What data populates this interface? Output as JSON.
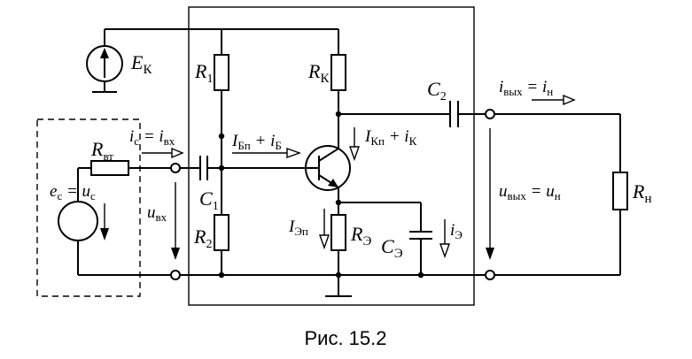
{
  "labels": {
    "ek": "E",
    "ek_sub": "К",
    "r1": "R",
    "r1_sub": "1",
    "rk": "R",
    "rk_sub": "К",
    "c2": "C",
    "c2_sub": "2",
    "i_out_text": "i",
    "i_out_sub": "вых",
    "i_out_eq": " = i",
    "i_out_sub2": "н",
    "ic_text": "i",
    "ic_sub": "с",
    "ic_eq": " = i",
    "ic_sub2": "вх",
    "ib_text": "I",
    "ib_sub": "Бп",
    "ib_eq": " + i",
    "ib_sub2": "Б",
    "ikp_text": "I",
    "ikp_sub": "Кп",
    "ikp_eq": " + i",
    "ikp_sub2": "К",
    "rvt": "R",
    "rvt_sub": "вт",
    "ec_text": "e",
    "ec_sub": "с",
    "ec_eq": " = u",
    "ec_sub2": "с",
    "c1": "C",
    "c1_sub": "1",
    "uvx": "u",
    "uvx_sub": "вх",
    "r2": "R",
    "r2_sub": "2",
    "iep": "I",
    "iep_sub": "Эп",
    "re": "R",
    "re_sub": "Э",
    "ce": "C",
    "ce_sub": "Э",
    "ie": "i",
    "ie_sub": "Э",
    "uout_text": "u",
    "uout_sub": "вых",
    "uout_eq": " = u",
    "uout_sub2": "н",
    "rn": "R",
    "rn_sub": "н"
  },
  "caption": "Рис. 15.2"
}
